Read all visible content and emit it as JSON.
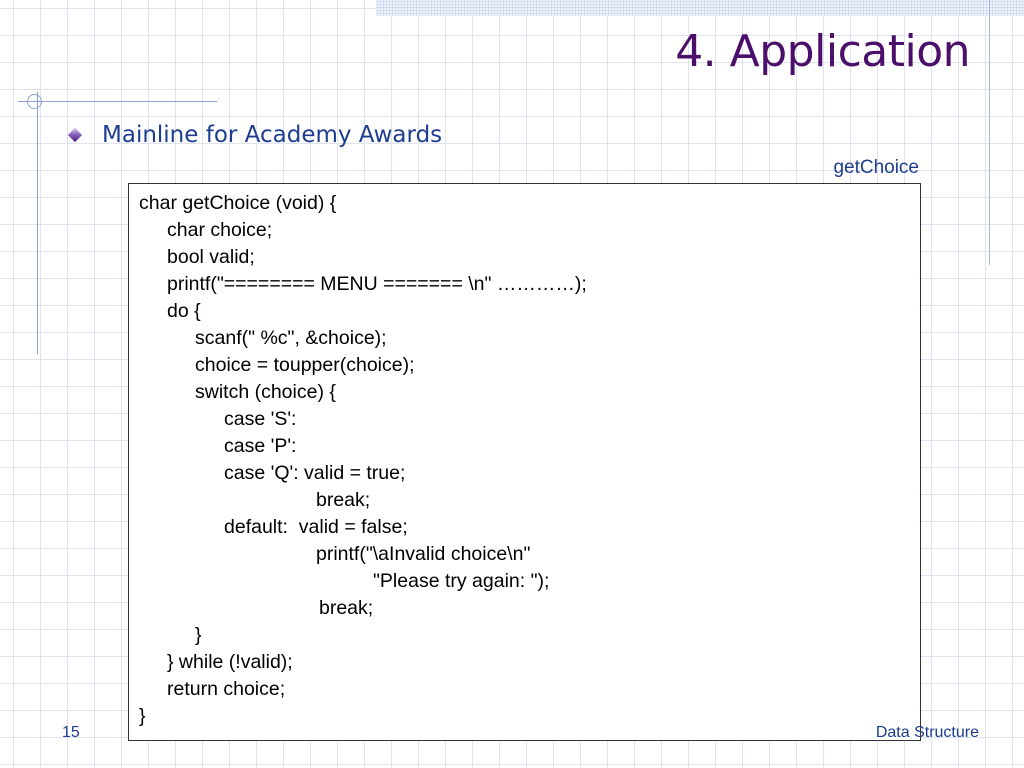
{
  "slide": {
    "title": "4. Application",
    "bullet": "Mainline for Academy Awards",
    "caption": "getChoice",
    "code_lines": [
      "char getChoice (void) {",
      "char choice;",
      "bool valid;",
      "printf(\"======== MENU ======= \\n\" …………);",
      "do {",
      "scanf(\" %c\", &choice);",
      "choice = toupper(choice);",
      "switch (choice) {",
      "case 'S':",
      "case 'P':",
      "case 'Q': valid = true;",
      "break;",
      "default:  valid = false;",
      "printf(\"\\aInvalid choice\\n\"",
      "\"Please try again: \");",
      "break;",
      "}",
      "} while (!valid);",
      "return choice;",
      "}"
    ],
    "slide_number": "15",
    "footer": "Data Structure"
  }
}
